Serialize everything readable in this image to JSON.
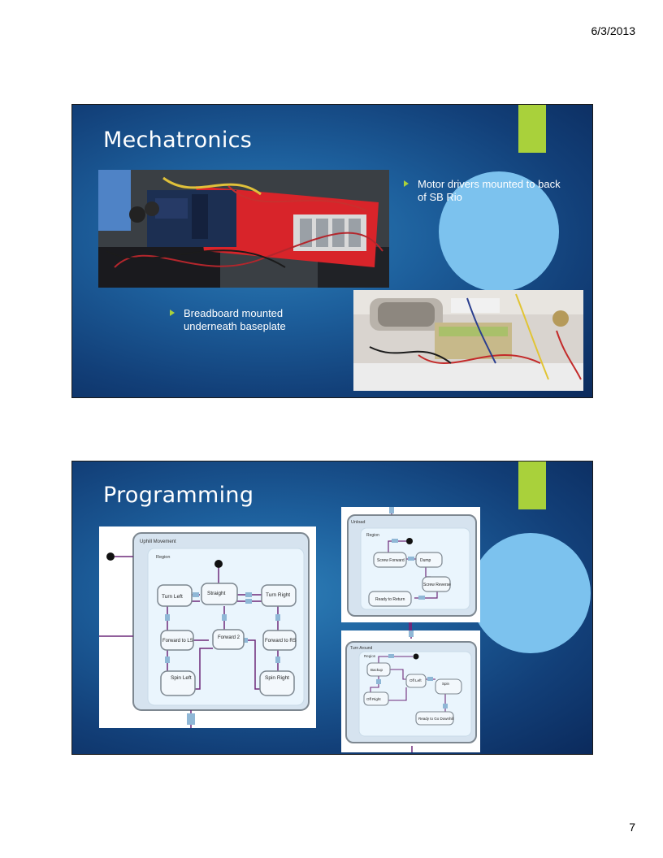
{
  "header": {
    "date": "6/3/2013"
  },
  "footer": {
    "page_number": "7"
  },
  "slide1": {
    "title": "Mechatronics",
    "bullets": [
      "Motor drivers mounted to back of SB Rio",
      "Breadboard mounted underneath baseplate"
    ]
  },
  "slide2": {
    "title": "Programming",
    "uphill": {
      "outer": "Uphill Movement",
      "region": "Region",
      "states": [
        "Turn Left",
        "Straight",
        "Turn Right",
        "Forward to LS",
        "Forward 2",
        "Forward to RS",
        "Spin Left",
        "Spin Right"
      ]
    },
    "unload": {
      "outer": "Unload",
      "region": "Region",
      "states": [
        "Screw Forward",
        "Dump",
        "Screw Reverse",
        "Ready to Return"
      ]
    },
    "turnaround": {
      "outer": "Turn Around",
      "region": "Region",
      "states": [
        "Backup",
        "Off Left",
        "Spin",
        "Off Right",
        "Ready to Go Downhill"
      ]
    }
  }
}
